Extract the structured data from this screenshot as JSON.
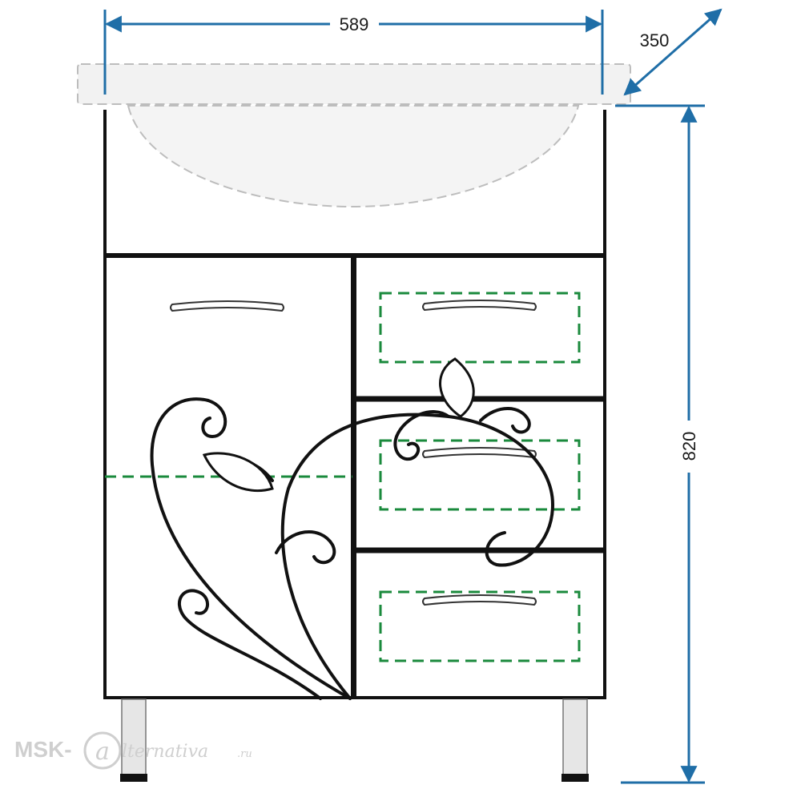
{
  "dimensions": {
    "width": "589",
    "depth": "350",
    "height": "820"
  },
  "colors": {
    "dimension_line": "#1f6ea7",
    "cabinet_outline": "#111111",
    "hidden_line": "#1a8a3c",
    "sink_dash": "#bdbdbd",
    "leg_fill": "#e6e6e6"
  },
  "watermark": {
    "brand": "MSK-",
    "script": "lternativa",
    "tld": ".ru"
  },
  "icons": [
    "at-sign-logo",
    "drawer-handle",
    "door-handle",
    "scroll-ornament"
  ]
}
